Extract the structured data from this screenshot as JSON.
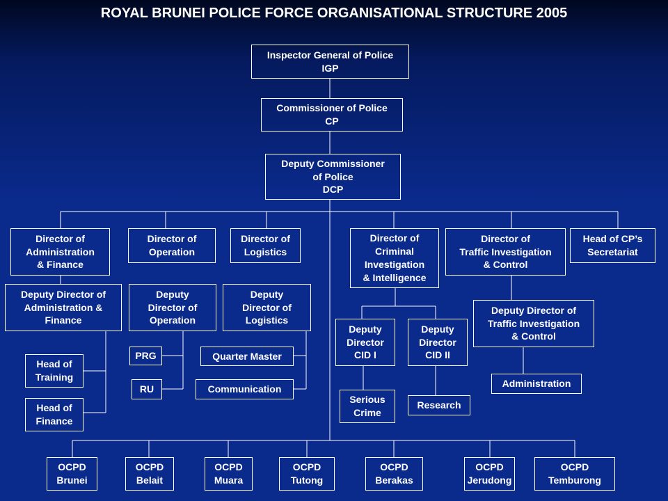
{
  "title": "ROYAL BRUNEI POLICE FORCE ORGANISATIONAL STRUCTURE 2005",
  "nodes": {
    "igp": "Inspector General of Police\nIGP",
    "cp": "Commissioner of Police\nCP",
    "dcp": "Deputy Commissioner\nof Police\nDCP",
    "dir_admin": "Director of\nAdministration\n& Finance",
    "dir_operation": "Director of\nOperation",
    "dir_logistics": "Director of\nLogistics",
    "dir_criminal": "Director of\nCriminal\nInvestigation\n& Intelligence",
    "dir_traffic": "Director of\nTraffic Investigation\n& Control",
    "head_secretariat": "Head of CP’s\nSecretariat",
    "dep_admin": "Deputy Director of\nAdministration &\nFinance",
    "dep_operation": "Deputy\nDirector of\nOperation",
    "dep_logistics": "Deputy\nDirector of\nLogistics",
    "dep_cid1": "Deputy\nDirector\nCID I",
    "dep_cid2": "Deputy\nDirector\nCID II",
    "dep_traffic": "Deputy Director of\nTraffic Investigation\n& Control",
    "head_training": "Head of\nTraining",
    "head_finance": "Head of\nFinance",
    "prg": "PRG",
    "ru": "RU",
    "quarter_master": "Quarter Master",
    "communication": "Communication",
    "serious_crime": "Serious\nCrime",
    "research": "Research",
    "administration": "Administration",
    "ocpd_brunei": "OCPD\nBrunei",
    "ocpd_belait": "OCPD\nBelait",
    "ocpd_muara": "OCPD\nMuara",
    "ocpd_tutong": "OCPD\nTutong",
    "ocpd_berakas": "OCPD\nBerakas",
    "ocpd_jerudong": "OCPD\nJerudong",
    "ocpd_temburong": "OCPD\nTemburong"
  }
}
